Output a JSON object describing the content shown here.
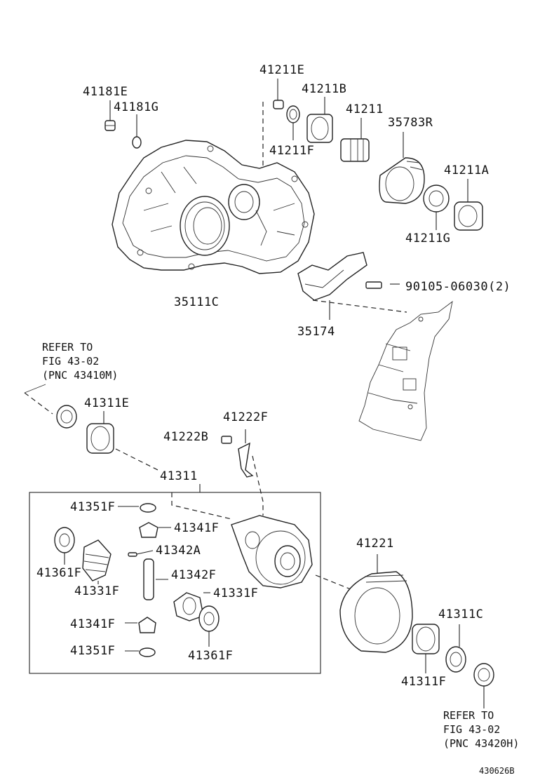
{
  "labels": {
    "p41181E": "41181E",
    "p41181G": "41181G",
    "p41211E": "41211E",
    "p41211B": "41211B",
    "p41211": "41211",
    "p35783R": "35783R",
    "p41211F": "41211F",
    "p41211A": "41211A",
    "p41211G": "41211G",
    "p35111C": "35111C",
    "p35174": "35174",
    "p90105": "90105-06030(2)",
    "p41311E": "41311E",
    "p41222F": "41222F",
    "p41222B": "41222B",
    "p41311": "41311",
    "p41351F_top": "41351F",
    "p41341F_top": "41341F",
    "p41342A": "41342A",
    "p41361F_left": "41361F",
    "p41342F": "41342F",
    "p41331F_left": "41331F",
    "p41331F_right": "41331F",
    "p41341F_bottom": "41341F",
    "p41351F_bottom": "41351F",
    "p41361F_bottom": "41361F",
    "p41221": "41221",
    "p41311C": "41311C",
    "p41311F": "41311F"
  },
  "refer_top": {
    "line1": "REFER TO",
    "line2": "FIG 43-02",
    "line3": "(PNC 43410M)"
  },
  "refer_bottom": {
    "line1": "REFER TO",
    "line2": "FIG 43-02",
    "line3": "(PNC 43420H)"
  },
  "figure_code": "430626B"
}
